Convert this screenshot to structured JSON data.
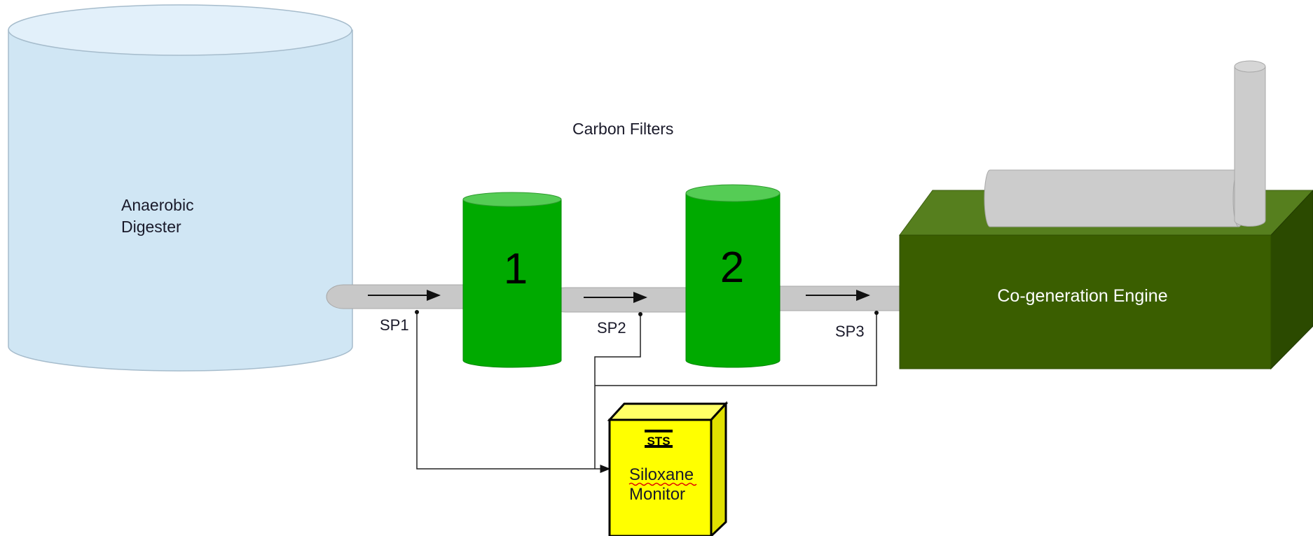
{
  "title": "Carbon Filters",
  "digester": {
    "label_line1": "Anaerobic",
    "label_line2": "Digester"
  },
  "filters": [
    {
      "number": "1",
      "color": "#00aa00",
      "top_color": "#55cc55"
    },
    {
      "number": "2",
      "color": "#00aa00",
      "top_color": "#55cc55"
    }
  ],
  "engine": {
    "label": "Co-generation Engine",
    "front_color": "#3a5e00",
    "top_color": "#567f1e",
    "side_color": "#2b4a00"
  },
  "sample_points": [
    "SP1",
    "SP2",
    "SP3"
  ],
  "monitor": {
    "logo": "STS",
    "label_line1": "Siloxane",
    "label_line2": "Monitor",
    "color": "#ffff00"
  },
  "colors": {
    "digester_fill": "#d0e6f4",
    "pipe_fill": "#c8c8c8",
    "exhaust_fill": "#cccccc"
  }
}
